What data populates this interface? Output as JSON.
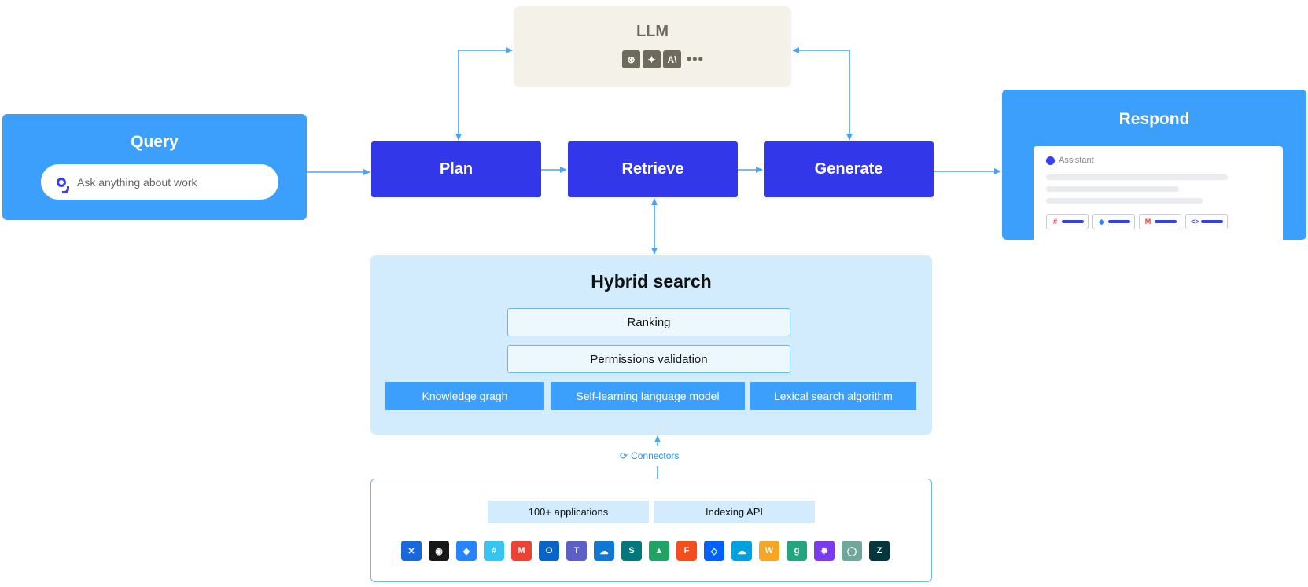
{
  "query": {
    "title": "Query",
    "placeholder": "Ask anything about work",
    "logo_icon": "glean-logo-icon"
  },
  "llm": {
    "title": "LLM",
    "icons": [
      "openai-icon",
      "gemini-sparkle-icon",
      "anthropic-icon"
    ],
    "icon_glyphs": [
      "⊛",
      "✦",
      "A\\"
    ],
    "more": "•••"
  },
  "stages": {
    "plan": "Plan",
    "retrieve": "Retrieve",
    "generate": "Generate"
  },
  "respond": {
    "title": "Respond",
    "assistant_label": "Assistant",
    "chips": [
      {
        "icon": "slack-icon",
        "glyph": "#",
        "color": "#e01e5a"
      },
      {
        "icon": "jira-icon",
        "glyph": "◆",
        "color": "#2684ff"
      },
      {
        "icon": "gmail-icon",
        "glyph": "M",
        "color": "#ea4335"
      },
      {
        "icon": "code-icon",
        "glyph": "<>",
        "color": "#3542e6"
      }
    ]
  },
  "hybrid": {
    "title": "Hybrid search",
    "ranking": "Ranking",
    "permissions": "Permissions validation",
    "techniques": [
      "Knowledge gragh",
      "Self-learning language model",
      "Lexical search algorithm"
    ]
  },
  "connectors_label": "Connectors",
  "sources": {
    "applications": "100+ applications",
    "indexing_api": "Indexing API",
    "apps": [
      {
        "icon": "confluence-icon",
        "glyph": "✕",
        "color": "#1868db"
      },
      {
        "icon": "github-icon",
        "glyph": "◉",
        "color": "#181717"
      },
      {
        "icon": "jira-icon",
        "glyph": "◆",
        "color": "#2684ff"
      },
      {
        "icon": "slack-icon",
        "glyph": "#",
        "color": "#36c5f0"
      },
      {
        "icon": "gmail-icon",
        "glyph": "M",
        "color": "#ea4335"
      },
      {
        "icon": "outlook-icon",
        "glyph": "O",
        "color": "#0a64c8"
      },
      {
        "icon": "teams-icon",
        "glyph": "T",
        "color": "#5b5fc7"
      },
      {
        "icon": "onedrive-icon",
        "glyph": "☁",
        "color": "#0f78d4"
      },
      {
        "icon": "sharepoint-icon",
        "glyph": "S",
        "color": "#03787c"
      },
      {
        "icon": "google-drive-icon",
        "glyph": "▲",
        "color": "#1fa463"
      },
      {
        "icon": "figma-icon",
        "glyph": "F",
        "color": "#f24e1e"
      },
      {
        "icon": "dropbox-icon",
        "glyph": "◇",
        "color": "#0061fe"
      },
      {
        "icon": "salesforce-icon",
        "glyph": "☁",
        "color": "#00a1e0"
      },
      {
        "icon": "workday-icon",
        "glyph": "W",
        "color": "#f5a623"
      },
      {
        "icon": "greenhouse-icon",
        "glyph": "g",
        "color": "#24a47f"
      },
      {
        "icon": "asana-burst-icon",
        "glyph": "✸",
        "color": "#7c3aed"
      },
      {
        "icon": "gong-icon",
        "glyph": "◯",
        "color": "#6fa89b"
      },
      {
        "icon": "zendesk-icon",
        "glyph": "Z",
        "color": "#03363d"
      }
    ]
  },
  "colors": {
    "accent_blue": "#3c9ffb",
    "stage_blue": "#3337ea",
    "light_blue": "#d3ecfd",
    "connector": "#4aa3f5",
    "llm_bg": "#f4f1e8"
  }
}
